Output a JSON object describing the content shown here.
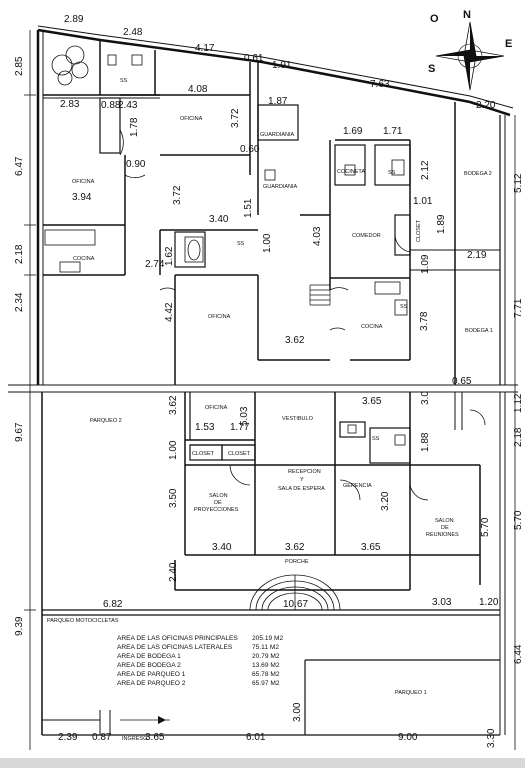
{
  "compass": {
    "n": "N",
    "e": "E",
    "s": "S",
    "o": "O"
  },
  "rooms": {
    "ss1": "SS",
    "oficina1": "OFICINA",
    "guardiania1": "GUARDIANIA",
    "oficina2": "OFICINA",
    "cocina1": "COCINA",
    "ss2": "SS",
    "guardiania2": "GUARDIANIA",
    "cocineta": "COCINETA",
    "ss3": "SS",
    "bodega2": "BODEGA 2",
    "comedor": "COMEDOR",
    "closet1": "CLOSET",
    "ss4": "SS",
    "oficina3": "OFICINA",
    "cocina2": "COCINA",
    "bodega1": "BODEGA 1",
    "parqueo2": "PARQUEO 2",
    "oficina4": "OFICINA",
    "vestibulo": "VESTIBULO",
    "ss5": "SS",
    "closet2": "CLOSET",
    "closet3": "CLOSET",
    "recepcion_l1": "RECEPCION",
    "recepcion_l2": "Y",
    "recepcion_l3": "SALA DE ESPERA",
    "gerencia": "GERENCIA",
    "salon_proy_l1": "SALON",
    "salon_proy_l2": "DE",
    "salon_proy_l3": "PROYECCIONES",
    "salon_reun_l1": "SALON",
    "salon_reun_l2": "DE",
    "salon_reun_l3": "REUNIONES",
    "porche": "PORCHE",
    "parqueo_motos": "PARQUEO MOTOCICLETAS",
    "parqueo1": "PARQUEO 1",
    "ingreso": "INGRESO"
  },
  "area_table": [
    {
      "label": "AREA DE LAS OFICINAS PRINCIPALES",
      "value": "205.19 M2"
    },
    {
      "label": "AREA DE LAS OFICINAS LATERALES",
      "value": "75.11 M2"
    },
    {
      "label": "AREA DE BODEGA 1",
      "value": "20.79 M2"
    },
    {
      "label": "AREA DE BODEGA 2",
      "value": "13.69 M2"
    },
    {
      "label": "AREA DE PARQUEO 1",
      "value": "65.78 M2"
    },
    {
      "label": "AREA DE PARQUEO 2",
      "value": "65.97 M2"
    }
  ],
  "dims": {
    "d289": "2.89",
    "d248": "2.48",
    "d417": "4.17",
    "d061": "0.61",
    "d191": "1.91",
    "d763": "7.63",
    "d220": "2.20",
    "d285": "2.85",
    "d283": "2.83",
    "d088": "0.88",
    "d243": "2.43",
    "d408": "4.08",
    "d372a": "3.72",
    "d187": "1.87",
    "d178": "1.78",
    "d090": "0.90",
    "d060": "0.60",
    "d169": "1.69",
    "d171": "1.71",
    "d212": "2.12",
    "d647": "6.47",
    "d394": "3.94",
    "d372b": "3.72",
    "d512": "5.12",
    "d101": "1.01",
    "d340a": "3.40",
    "d151": "1.51",
    "d403": "4.03",
    "d189": "1.89",
    "d218a": "2.18",
    "d162": "1.62",
    "d100a": "1.00",
    "d274": "2.74",
    "d109": "1.09",
    "d219": "2.19",
    "d234": "2.34",
    "d442": "4.42",
    "d378": "3.78",
    "d771": "7.71",
    "d362a": "3.62",
    "d065": "0.65",
    "d362b": "3.62",
    "d503": "5.03",
    "d365a": "3.65",
    "d300a": "3.0",
    "d112": "1.12",
    "d967": "9.67",
    "d153": "1.53",
    "d177": "1.77",
    "d100b": "1.00",
    "d188": "1.88",
    "d218b": "2.18",
    "d350": "3.50",
    "d320": "3.20",
    "d570a": "5.70",
    "d570b": "5.70",
    "d340b": "3.40",
    "d362c": "3.62",
    "d365b": "3.65",
    "d240": "2.40",
    "d682": "6.82",
    "d1067": "10.67",
    "d303": "3.03",
    "d120": "1.20",
    "d939": "9.39",
    "d644": "6.44",
    "d300b": "3.00",
    "d239": "2.39",
    "d087": "0.87",
    "d365c": "3.65",
    "d601": "6.01",
    "d900": "9.00",
    "d330": "3.30"
  }
}
